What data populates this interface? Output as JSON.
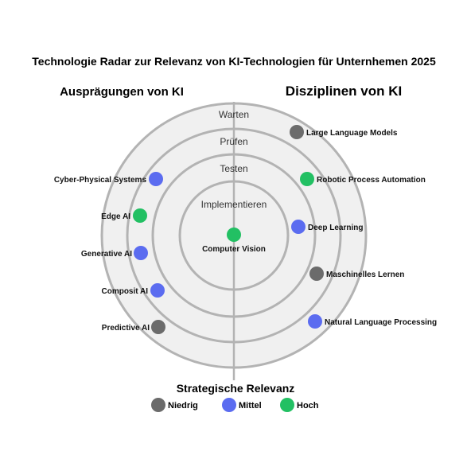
{
  "title": "Technologie Radar zur Relevanz von KI-Technologien für Unternhemen 2025",
  "left_heading": "Ausprägungen von KI",
  "right_heading": "Disziplinen von KI",
  "rings": [
    "Implementieren",
    "Testen",
    "Prüfen",
    "Warten"
  ],
  "relevance_colors": {
    "Niedrig": "#6b6b6b",
    "Mittel": "#5b6cf0",
    "Hoch": "#22c063"
  },
  "items": [
    {
      "label": "Large Language Models",
      "relevance": "Niedrig"
    },
    {
      "label": "Robotic Process Automation",
      "relevance": "Hoch"
    },
    {
      "label": "Deep Learning",
      "relevance": "Mittel"
    },
    {
      "label": "Computer Vision",
      "relevance": "Hoch"
    },
    {
      "label": "Maschinelles Lernen",
      "relevance": "Niedrig"
    },
    {
      "label": "Natural Language Processing",
      "relevance": "Mittel"
    },
    {
      "label": "Cyber-Physical Systems",
      "relevance": "Mittel"
    },
    {
      "label": "Edge AI",
      "relevance": "Hoch"
    },
    {
      "label": "Generative AI",
      "relevance": "Mittel"
    },
    {
      "label": "Composit AI",
      "relevance": "Mittel"
    },
    {
      "label": "Predictive AI",
      "relevance": "Niedrig"
    }
  ],
  "legend": {
    "title": "Strategische Relevanz",
    "entries": [
      "Niedrig",
      "Mittel",
      "Hoch"
    ]
  }
}
